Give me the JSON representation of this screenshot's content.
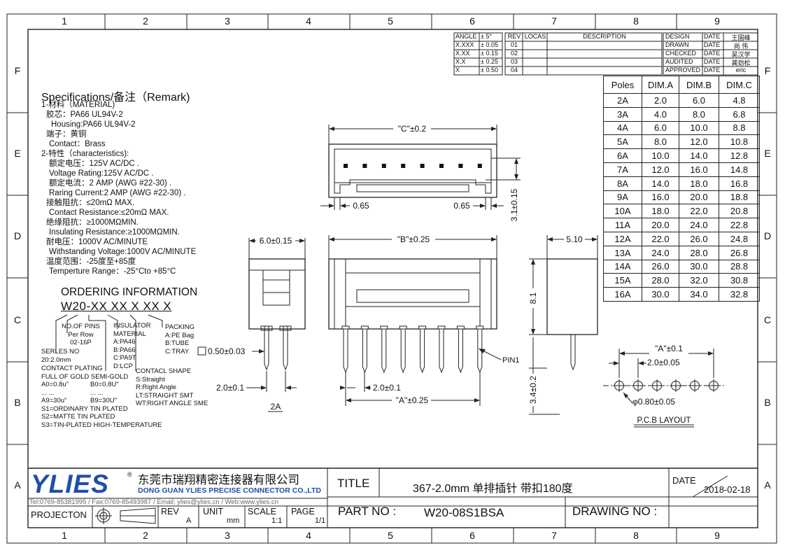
{
  "zones": {
    "columns": [
      "1",
      "2",
      "3",
      "4",
      "5",
      "6",
      "7",
      "8",
      "9"
    ],
    "rows": [
      "F",
      "E",
      "D",
      "C",
      "B",
      "A"
    ]
  },
  "tolerance_table": {
    "rows": [
      {
        "key": "ANGLE",
        "value": "± 5°"
      },
      {
        "key": "X.XXX",
        "value": "± 0.05"
      },
      {
        "key": "X.XX",
        "value": "± 0.15"
      },
      {
        "key": "X.X",
        "value": "± 0.25"
      },
      {
        "key": "X",
        "value": "± 0.50"
      }
    ]
  },
  "revision_table": {
    "headers": [
      "REV",
      "LOCAS",
      "DESCRIPTION"
    ],
    "revs": [
      "01",
      "02",
      "03",
      "04"
    ]
  },
  "approval_table": {
    "rows": [
      {
        "role": "DESIGN",
        "date_label": "DATE",
        "name": "王国峰"
      },
      {
        "role": "DRAWN",
        "date_label": "DATE",
        "name": "尚 伟"
      },
      {
        "role": "CHECKED",
        "date_label": "DATE",
        "name": "吴汉学"
      },
      {
        "role": "AUDITED",
        "date_label": "DATE",
        "name": "龚劲松"
      },
      {
        "role": "APPROVED",
        "date_label": "DATE",
        "name": "eric"
      }
    ]
  },
  "specifications": {
    "title": "Specifications/备注（Remark)",
    "lines": [
      "1-材料（MATERIAL)",
      "胶芯：PA66 UL94V-2",
      "Housing:PA66     UL94V-2",
      "端子：黄铜",
      "Contact：Brass",
      "2-特性（characteristics):",
      "额定电压：125V AC/DC .",
      "Voltage Rating:125V AC/DC .",
      "额定电流：2 AMP (AWG #22-30) .",
      "Raring Current:2 AMP (AWG #22-30) .",
      "接触阻抗：≤20mΩ MAX.",
      "Contact Resistance:≤20mΩ MAX.",
      "绝缘阻抗：≥1000MΩMIN.",
      "Insulating Resistance:≥1000MΩMIN.",
      "耐电压：1000V AC/MINUTE",
      "Withstanding Voltage:1000V AC/MINUTE",
      "温度范围：-25度至+85度",
      "Temperture Range：-25°Cto +85°C"
    ]
  },
  "ordering": {
    "title": "ORDERING INFORMATION",
    "code": "W20-XX XX X XX X",
    "no_of_pins": [
      "NO.OF PINS",
      "Per Row",
      "02-16P"
    ],
    "insulator": [
      "INSULATOR",
      "MATERIAL",
      "A:PA46",
      "B:PA66",
      "C:PA9T",
      "D:LCP"
    ],
    "packing": [
      "PACKING",
      "A:PE Bag",
      "B:TUBE",
      "C:TRAY"
    ],
    "series": [
      "SERLES NO",
      "20:2.0mm"
    ],
    "contact_plating": [
      "CONTACT PLATING",
      "FULL OF GOLD SEMI-GOLD",
      "A0=0.8u\"",
      "B0=0.8U\"",
      "... ...",
      "... ...",
      "A9=30u\"",
      "B9=30U\"",
      "S1=ORDINARY TIN PLATED",
      "S2=MATTE TIN PLATED",
      "S3=TIN-PLATED HIGH-TEMPERATURE"
    ],
    "contact_shape": [
      "CONTACL SHAPE",
      "S:Straight",
      "R:Right Angle",
      "LT:STRAIGHT SMT",
      "WT:RIGHT ANGLE SME"
    ]
  },
  "dimensions": {
    "c_dim": "\"C\"±0.2",
    "b_dim": "\"B\"±0.25",
    "a_dim": "\"A\"±0.25",
    "side_width": "6.0±0.15",
    "side_depth": "5.10",
    "height": "8.1",
    "tail": "3.4±0.2",
    "offset_left": "0.65",
    "offset_right": "0.65",
    "latch": "3.1±0.15",
    "pin_square": "0.50±0.03",
    "pitch_side": "2.0±0.1",
    "pitch_front": "2.0±0.1",
    "pin1": "PIN1",
    "view_label": "2A"
  },
  "pcb_layout": {
    "label": "P.C.B  LAYOUT",
    "a_dim": "\"A\"±0.1",
    "pitch": "2.0±0.05",
    "hole": "φ0.80±0.05"
  },
  "dim_table": {
    "headers": [
      "Poles",
      "DIM.A",
      "DIM.B",
      "DIM.C"
    ],
    "rows": [
      [
        "2A",
        "2.0",
        "6.0",
        "4.8"
      ],
      [
        "3A",
        "4.0",
        "8.0",
        "6.8"
      ],
      [
        "4A",
        "6.0",
        "10.0",
        "8.8"
      ],
      [
        "5A",
        "8.0",
        "12.0",
        "10.8"
      ],
      [
        "6A",
        "10.0",
        "14.0",
        "12.8"
      ],
      [
        "7A",
        "12.0",
        "16.0",
        "14.8"
      ],
      [
        "8A",
        "14.0",
        "18.0",
        "16.8"
      ],
      [
        "9A",
        "16.0",
        "20.0",
        "18.8"
      ],
      [
        "10A",
        "18.0",
        "22.0",
        "20.8"
      ],
      [
        "11A",
        "20.0",
        "24.0",
        "22.8"
      ],
      [
        "12A",
        "22.0",
        "26.0",
        "24.8"
      ],
      [
        "13A",
        "24.0",
        "28.0",
        "26.8"
      ],
      [
        "14A",
        "26.0",
        "30.0",
        "28.8"
      ],
      [
        "15A",
        "28.0",
        "32.0",
        "30.8"
      ],
      [
        "16A",
        "30.0",
        "34.0",
        "32.8"
      ]
    ]
  },
  "title_block": {
    "logo": "YLIES",
    "company_cn": "东莞市瑞翔精密连接器有限公司",
    "company_en": "DONG GUAN YLIES PRECISE CONNECTOR CO.,LTD",
    "contact": "Tel:0769-85381995 / Fax:0769-85493987 / Email: ylies@ylies.cn / Web:www.ylies.cn",
    "title_label": "TITLE",
    "title": "367-2.0mm 单排插针 带扣180度",
    "date_label": "DATE",
    "date": "2018-02-18",
    "projection_label": "PROJECTON",
    "rev_label": "REV",
    "rev": "A",
    "unit_label": "UNIT",
    "unit": "mm",
    "scale_label": "SCALE",
    "scale": "1:1",
    "page_label": "PAGE",
    "page": "1/1",
    "part_no_label": "PART NO :",
    "part_no": "W20-08S1BSA",
    "drawing_no_label": "DRAWING NO :"
  }
}
